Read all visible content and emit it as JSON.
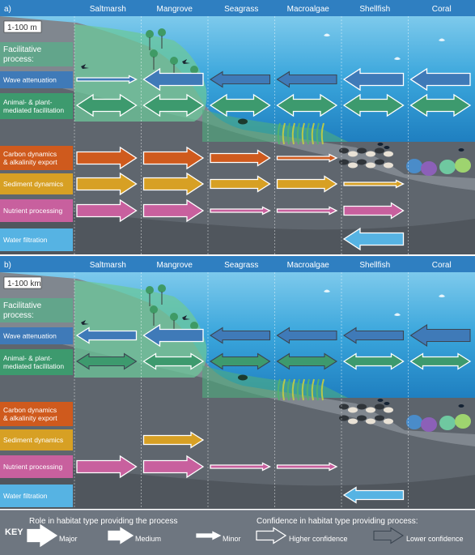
{
  "habitats": [
    "Saltmarsh",
    "Mangrove",
    "Seagrass",
    "Macroalgae",
    "Shellfish",
    "Coral"
  ],
  "process_title_line1": "Facilitative",
  "process_title_line2": "process:",
  "processes": [
    {
      "id": "wave",
      "lines": [
        "Wave attenuation"
      ],
      "color": "#3f7ab8"
    },
    {
      "id": "facil",
      "lines": [
        "Animal- & plant-",
        "mediated facilitation"
      ],
      "color": "#3d9a6e"
    },
    {
      "id": "carbon",
      "lines": [
        "Carbon dynamics",
        "& alkalinity export"
      ],
      "color": "#cf5a1d"
    },
    {
      "id": "sediment",
      "lines": [
        "Sediment dynamics"
      ],
      "color": "#d7a024"
    },
    {
      "id": "nutrient",
      "lines": [
        "Nutrient processing"
      ],
      "color": "#c8609e"
    },
    {
      "id": "water",
      "lines": [
        "Water filtration"
      ],
      "color": "#56b3e3"
    }
  ],
  "panels": [
    {
      "label": "a)",
      "scale": "1-100 m",
      "arrows": {
        "wave": [
          [
            "minor",
            "high",
            "R"
          ],
          [
            "major",
            "high",
            "L"
          ],
          [
            "medium",
            "low",
            "L"
          ],
          [
            "medium",
            "low",
            "L"
          ],
          [
            "major",
            "high",
            "L"
          ],
          [
            "major",
            "high",
            "L"
          ]
        ],
        "facil": [
          [
            "major",
            "high",
            "B"
          ],
          [
            "major",
            "high",
            "B"
          ],
          [
            "major",
            "high",
            "B"
          ],
          [
            "major",
            "high",
            "B"
          ],
          [
            "major",
            "high",
            "B"
          ],
          [
            "major",
            "high",
            "B"
          ]
        ],
        "carbon": [
          [
            "major",
            "high",
            "R"
          ],
          [
            "major",
            "high",
            "R"
          ],
          [
            "medium",
            "high",
            "R"
          ],
          [
            "minor",
            "high",
            "R"
          ],
          null,
          null
        ],
        "sediment": [
          [
            "major",
            "high",
            "R"
          ],
          [
            "major",
            "high",
            "R"
          ],
          [
            "medium",
            "high",
            "R"
          ],
          [
            "medium",
            "high",
            "R"
          ],
          [
            "minor",
            "high",
            "R"
          ],
          null
        ],
        "nutrient": [
          [
            "major",
            "high",
            "R"
          ],
          [
            "major",
            "high",
            "R"
          ],
          [
            "minor",
            "high",
            "R"
          ],
          [
            "minor",
            "high",
            "R"
          ],
          [
            "medium",
            "high",
            "R"
          ],
          null
        ],
        "water": [
          null,
          null,
          null,
          null,
          [
            "major",
            "high",
            "L"
          ],
          null
        ]
      }
    },
    {
      "label": "b)",
      "scale": "1-100 km",
      "arrows": {
        "wave": [
          [
            "medium",
            "high",
            "L"
          ],
          [
            "major",
            "high",
            "L"
          ],
          [
            "medium",
            "low",
            "L"
          ],
          [
            "medium",
            "low",
            "L"
          ],
          [
            "medium",
            "low",
            "L"
          ],
          [
            "major",
            "low",
            "L"
          ]
        ],
        "facil": [
          [
            "medium",
            "low",
            "B"
          ],
          [
            "medium",
            "high",
            "B"
          ],
          [
            "medium",
            "low",
            "B"
          ],
          [
            "medium",
            "low",
            "B"
          ],
          [
            "medium",
            "high",
            "B"
          ],
          [
            "medium",
            "high",
            "B"
          ]
        ],
        "carbon": [
          null,
          null,
          null,
          null,
          null,
          null
        ],
        "sediment": [
          null,
          [
            "medium",
            "high",
            "R"
          ],
          null,
          null,
          null,
          null
        ],
        "nutrient": [
          [
            "major",
            "high",
            "R"
          ],
          [
            "major",
            "high",
            "R"
          ],
          [
            "minor",
            "high",
            "R"
          ],
          [
            "minor",
            "high",
            "R"
          ],
          null,
          null
        ],
        "water": [
          null,
          null,
          null,
          null,
          [
            "medium",
            "high",
            "L"
          ],
          null
        ]
      }
    }
  ],
  "key": {
    "title": "KEY",
    "role_heading": "Role in habitat type providing the process",
    "confidence_heading": "Confidence in habitat type providing process:",
    "major": "Major",
    "medium": "Medium",
    "minor": "Minor",
    "higher": "Higher confidence",
    "lower": "Lower confidence"
  }
}
